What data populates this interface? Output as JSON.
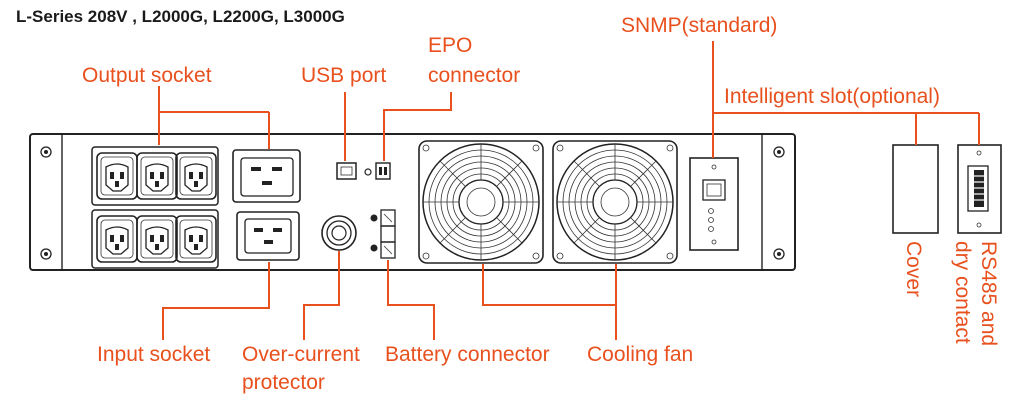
{
  "title": "L-Series 208V , L2000G, L2200G, L3000G",
  "labels": {
    "output_socket": "Output socket",
    "usb_port": "USB port",
    "epo_line1": "EPO",
    "epo_line2": "connector",
    "snmp": "SNMP(standard)",
    "intelligent_slot": "Intelligent slot(optional)",
    "input_socket": "Input socket",
    "over_current_line1": "Over-current",
    "over_current_line2": "protector",
    "battery_connector": "Battery connector",
    "cooling_fan": "Cooling fan",
    "cover": "Cover",
    "rs485_line1": "RS485  and",
    "rs485_line2": "dry  contact"
  },
  "colors": {
    "accent": "#e8501e",
    "drawing": "#222222",
    "title": "#1a1a1a"
  }
}
